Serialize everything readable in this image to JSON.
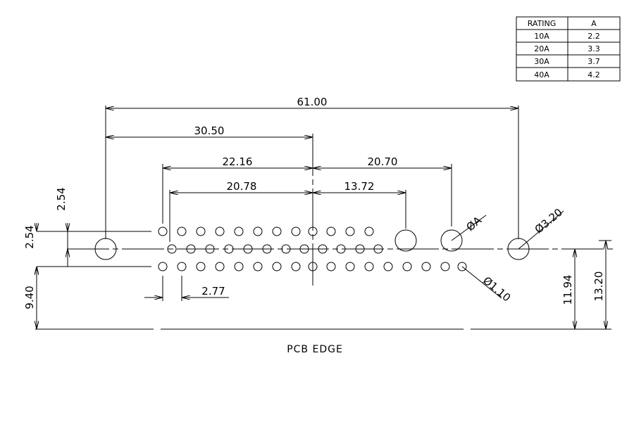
{
  "rating_table": {
    "headers": [
      "RATING",
      "A"
    ],
    "rows": [
      [
        "10A",
        "2.2"
      ],
      [
        "20A",
        "3.3"
      ],
      [
        "30A",
        "3.7"
      ],
      [
        "40A",
        "4.2"
      ]
    ]
  },
  "dimensions": {
    "overall": "61.00",
    "half": "30.50",
    "left_span": "22.16",
    "right_span": "20.70",
    "left_inner": "20.78",
    "right_inner": "13.72",
    "pin_pitch": "2.77",
    "row_pitch": "2.54",
    "row_total": "2.54",
    "pcb_offset": "9.40",
    "mount_height_small": "11.94",
    "mount_height_large": "13.20",
    "hole_a": "ØA",
    "hole_mount": "Ø3.20",
    "hole_pin": "Ø1.10"
  },
  "labels": {
    "pcb_edge": "PCB EDGE"
  }
}
